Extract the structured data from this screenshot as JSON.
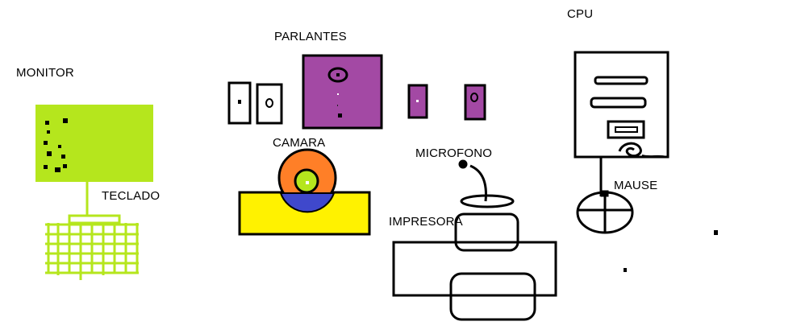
{
  "labels": {
    "monitor": "MONITOR",
    "teclado": "TECLADO",
    "parlantes": "PARLANTES",
    "camara": "CAMARA",
    "microfono": "MICROFONO",
    "impresora": "IMPRESORA",
    "cpu": "CPU",
    "mause": "MAUSE"
  },
  "colors": {
    "monitor": "#b5e61d",
    "teclado": "#b5e61d",
    "parlantes": "#a349a4",
    "camara_ring": "#ff7f27",
    "camara_lens": "#b5e61d",
    "camara_base": "#fff200",
    "camara_shade": "#3f48cc",
    "outline": "#000000",
    "background": "#ffffff"
  }
}
